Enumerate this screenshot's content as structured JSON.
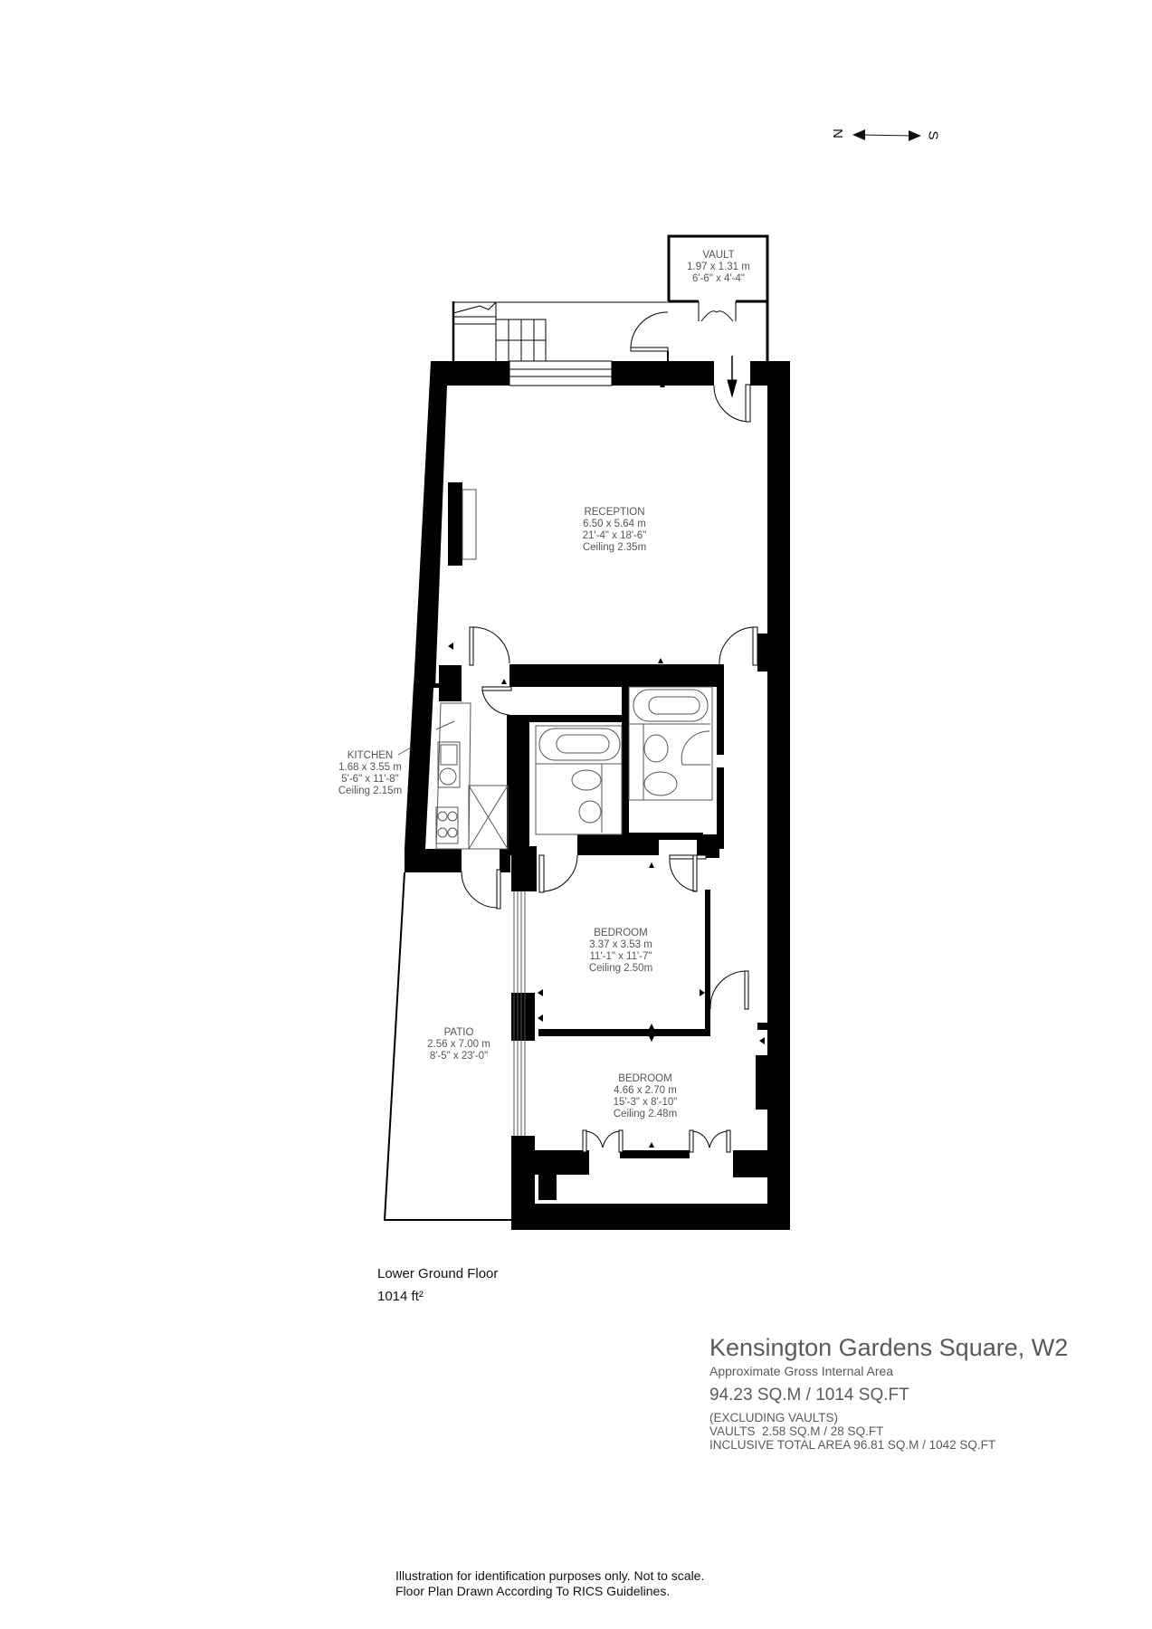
{
  "compass": {
    "north_label": "N",
    "south_label": "S",
    "icon": "double-arrow-icon"
  },
  "rooms": {
    "vault": {
      "name": "VAULT",
      "metric": "1.97 x 1.31 m",
      "imperial": "6'-6\" x 4'-4\""
    },
    "reception": {
      "name": "RECEPTION",
      "metric": "6.50 x 5.64 m",
      "imperial": "21'-4\" x 18'-6\"",
      "ceiling": "Ceiling 2.35m"
    },
    "kitchen": {
      "name": "KITCHEN",
      "metric": "1.68 x 3.55 m",
      "imperial": "5'-6\" x 11'-8\"",
      "ceiling": "Ceiling 2.15m"
    },
    "bedroom1": {
      "name": "BEDROOM",
      "metric": "3.37 x 3.53 m",
      "imperial": "11'-1\" x 11'-7\"",
      "ceiling": "Ceiling 2.50m"
    },
    "patio": {
      "name": "PATIO",
      "metric": "2.56 x 7.00 m",
      "imperial": "8'-5\" x 23'-0\""
    },
    "bedroom2": {
      "name": "BEDROOM",
      "metric": "4.66 x 2.70 m",
      "imperial": "15'-3\" x 8'-10\"",
      "ceiling": "Ceiling 2.48m"
    }
  },
  "floor": {
    "name": "Lower Ground Floor",
    "area": "1014 ft²"
  },
  "summary": {
    "title": "Kensington Gardens Square, W2",
    "subtitle": "Approximate Gross Internal Area",
    "main_area": "94.23 SQ.M / 1014 SQ.FT",
    "excluding": "(EXCLUDING VAULTS)",
    "vaults": "VAULTS  2.58 SQ.M / 28 SQ.FT",
    "inclusive": "INCLUSIVE TOTAL AREA 96.81 SQ.M / 1042 SQ.FT"
  },
  "disclaimer": {
    "line1": "Illustration for identification purposes only. Not to scale.",
    "line2": "Floor Plan Drawn According To RICS Guidelines."
  },
  "colors": {
    "wall": "#000000",
    "text_gray": "#5a5a5a",
    "background": "#ffffff"
  }
}
